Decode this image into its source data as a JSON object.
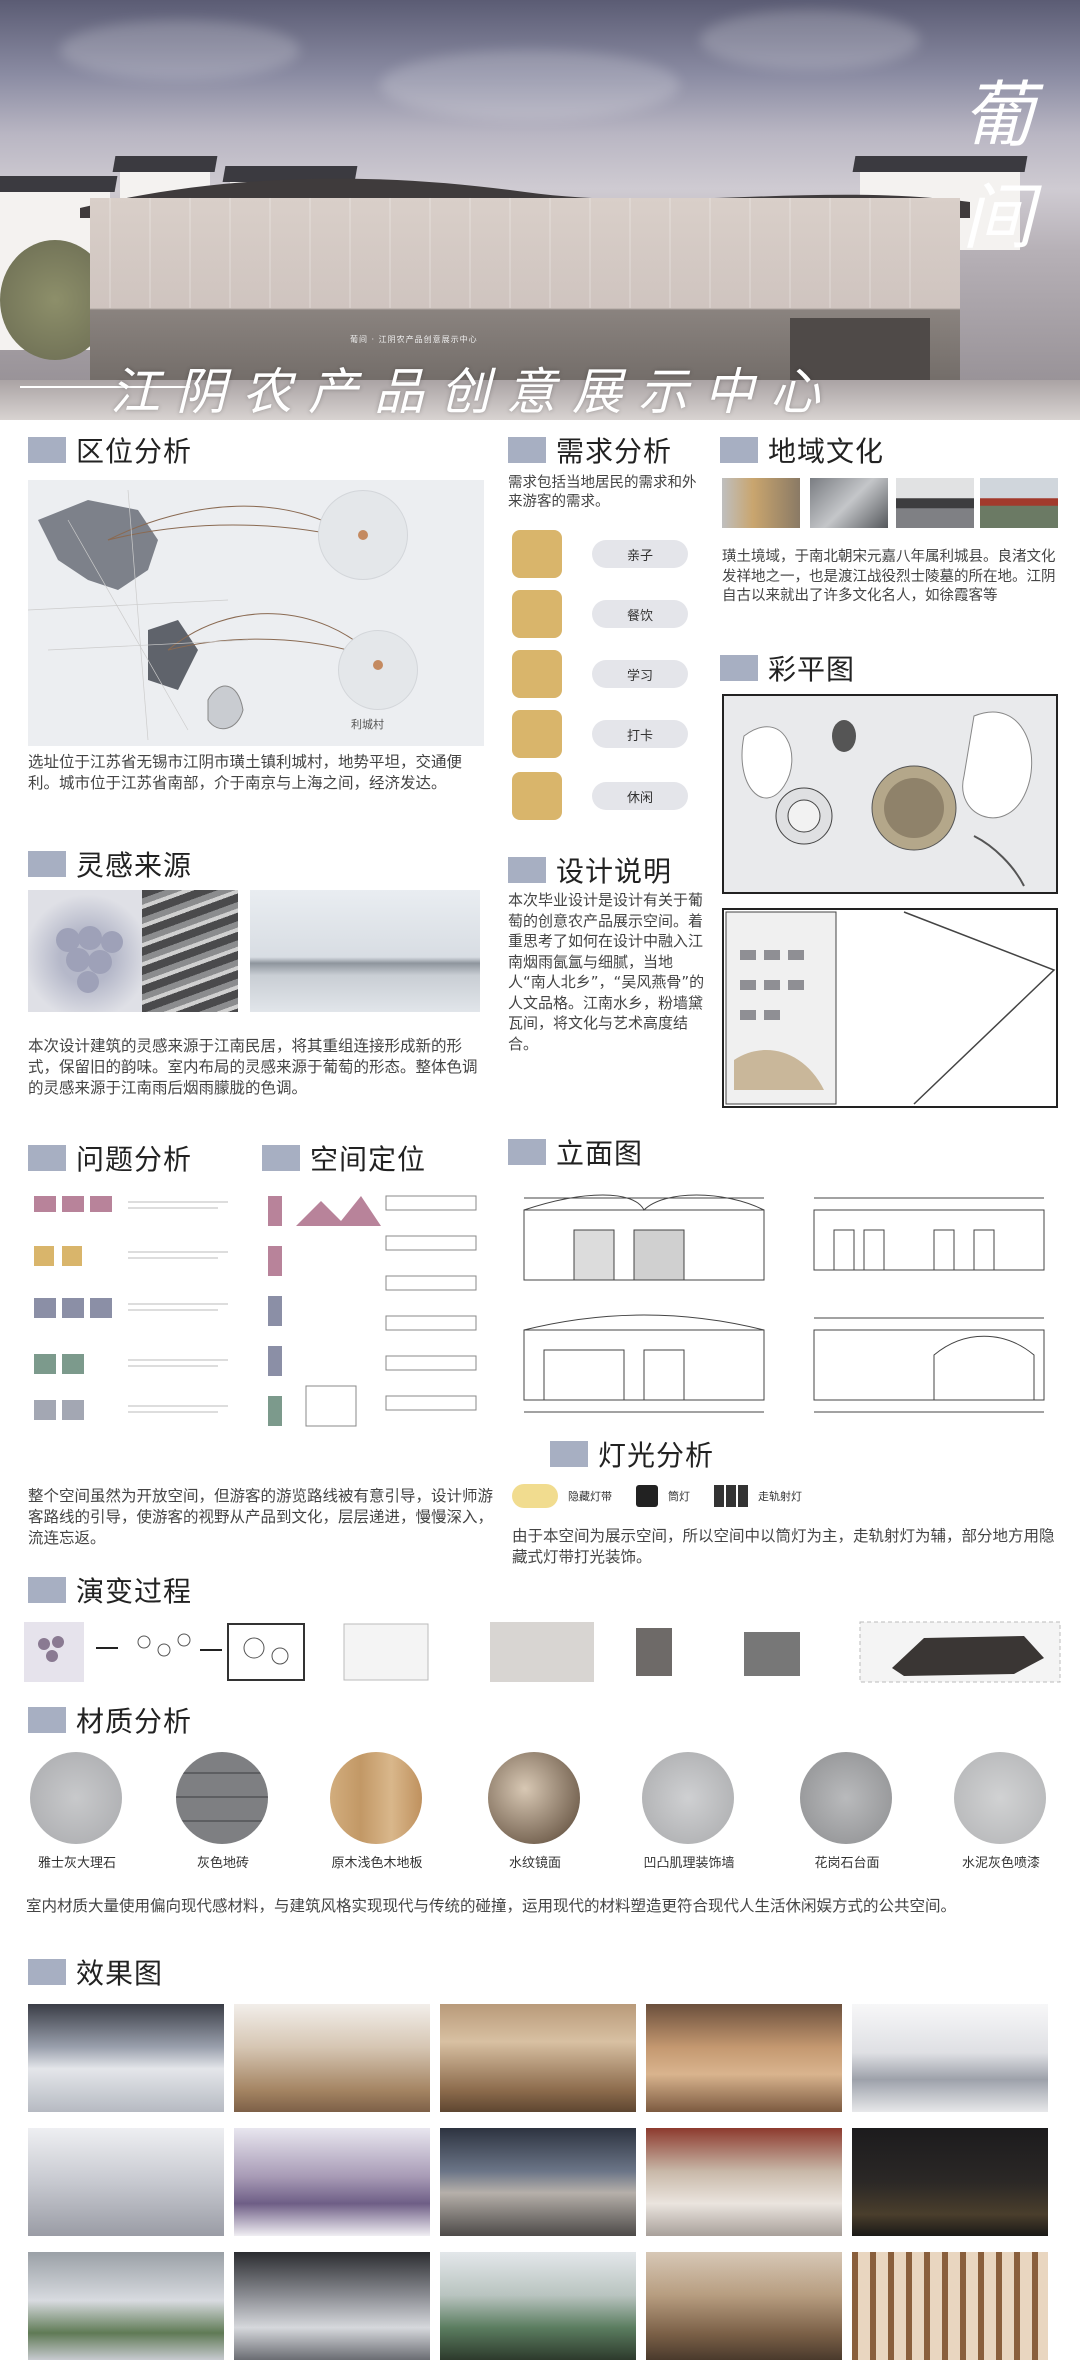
{
  "hero": {
    "title": "江阴农产品创意展示中心",
    "vertical_title": "葡 间",
    "small_caption": "葡间 · 江阴农产品创意展示中心"
  },
  "sections": {
    "location": "区位分析",
    "inspiration": "灵感来源",
    "problem": "问题分析",
    "space": "空间定位",
    "evolution": "演变过程",
    "material": "材质分析",
    "render": "效果图",
    "demand": "需求分析",
    "culture": "地域文化",
    "color_plan": "彩平图",
    "design": "设计说明",
    "elevation": "立面图",
    "lighting": "灯光分析"
  },
  "text": {
    "location": "选址位于江苏省无锡市江阴市璜土镇利城村，地势平坦，交通便利。城市位于江苏省南部，介于南京与上海之间，经济发达。",
    "inspiration": "本次设计建筑的灵感来源于江南民居，将其重组连接形成新的形式，保留旧的韵味。室内布局的灵感来源于葡萄的形态。整体色调的灵感来源于江南雨后烟雨朦胧的色调。",
    "space": "整个空间虽然为开放空间，但游客的游览路线被有意引导，设计师游客路线的引导，使游客的视野从产品到文化，层层递进，慢慢深入，流连忘返。",
    "material": "室内材质大量使用偏向现代感材料，与建筑风格实现现代与传统的碰撞，运用现代的材料塑造更符合现代人生活休闲娱方式的公共空间。",
    "demand": "需求包括当地居民的需求和外来游客的需求。",
    "culture": "璜土境域，于南北朝宋元嘉八年属利城县。良渚文化发祥地之一，也是渡江战役烈士陵墓的所在地。江阴自古以来就出了许多文化名人，如徐霞客等",
    "design": "本次毕业设计是设计有关于葡萄的创意农产品展示空间。着重思考了如何在设计中融入江南烟雨氤氲与细腻，当地人“南人北乡”，“吴风燕骨”的人文品格。江南水乡，粉墙黛瓦间，将文化与艺术高度结合。",
    "lighting": "由于本空间为展示空间，所以空间中以筒灯为主，走轨射灯为辅，部分地方用隐藏式灯带打光装饰。"
  },
  "map_label": "利城村",
  "needs": [
    "亲子",
    "餐饮",
    "学习",
    "打卡",
    "休闲"
  ],
  "lights": [
    "隐藏灯带",
    "筒灯",
    "走轨射灯"
  ],
  "materials": [
    "雅士灰大理石",
    "灰色地砖",
    "原木浅色木地板",
    "水纹镜面",
    "凹凸肌理装饰墙",
    "花岗石台面",
    "水泥灰色喷漆"
  ],
  "colors": {
    "section_square": "#a7afc2",
    "accent_gold": "#d9b56b",
    "sky": "#8b8ca3"
  }
}
